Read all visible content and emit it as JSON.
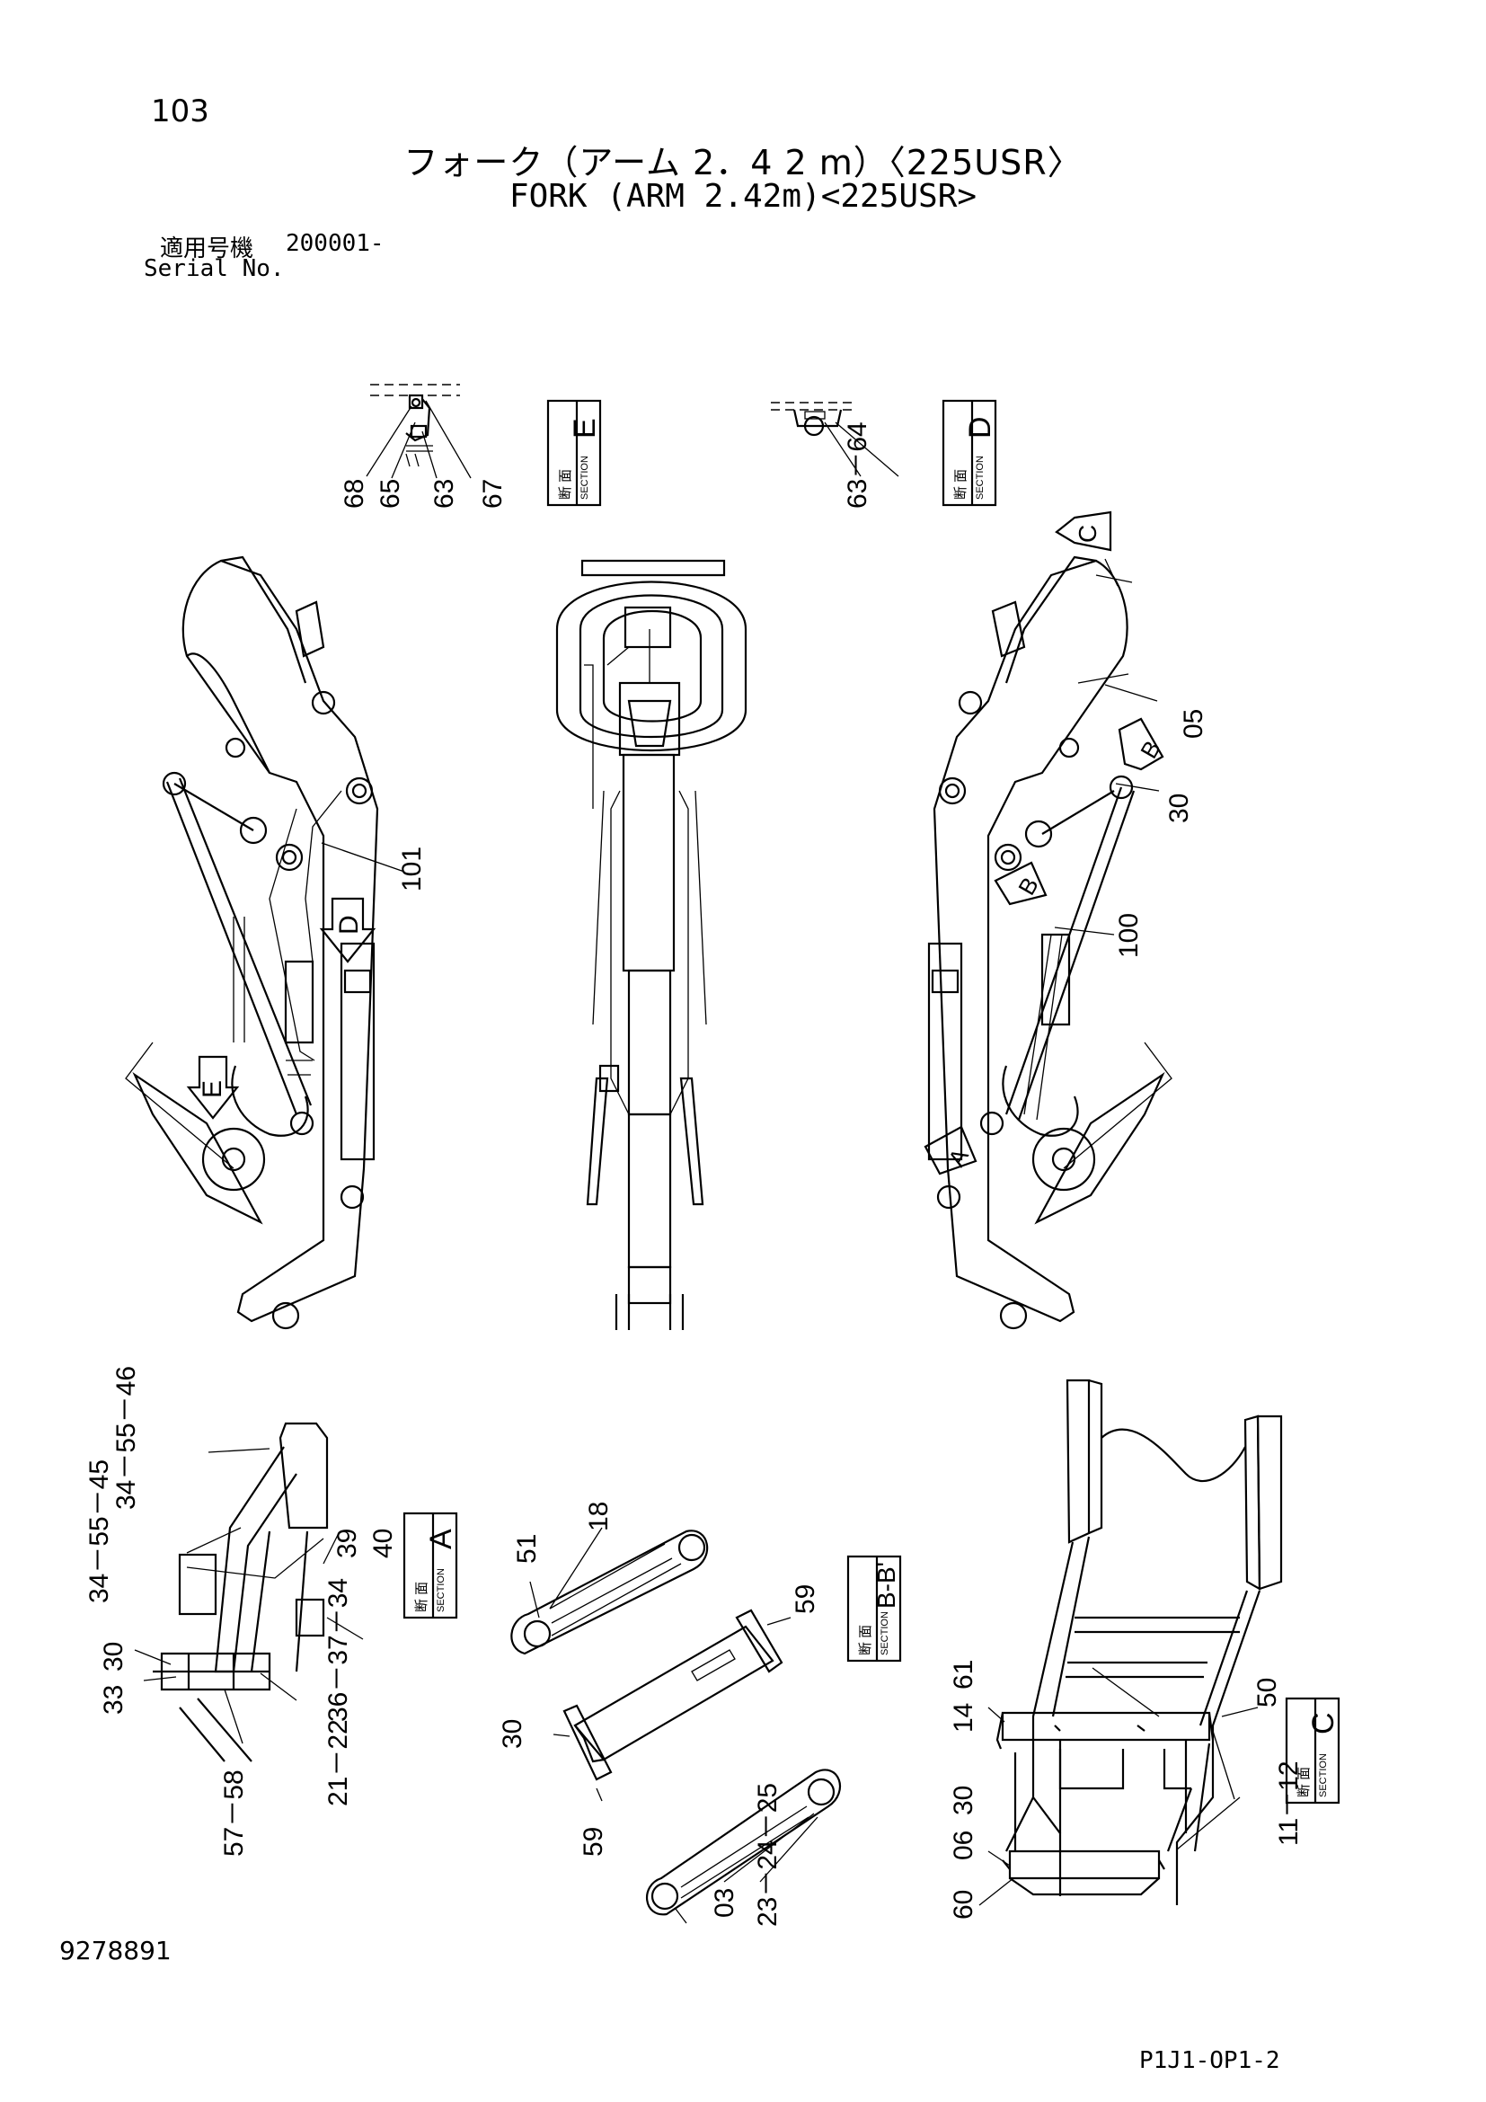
{
  "header": {
    "page_number": "103",
    "title_jp": "フォーク（アーム 2．4 2 m）〈225USR〉",
    "title_en": "FORK (ARM 2.42m)<225USR>",
    "serial_label_jp": "適用号機",
    "serial_value": "200001-",
    "serial_label_en": "Serial No."
  },
  "sections": {
    "kanji": "断 面",
    "word": "SECTION",
    "e": "E",
    "d": "D",
    "a": "A",
    "bb": "B-B'",
    "c": "C"
  },
  "view_markers": {
    "d": "D",
    "e": "E",
    "a": "A",
    "b1": "B",
    "b2": "B",
    "c": "C"
  },
  "callouts": {
    "sec_e": [
      "68",
      "65",
      "63",
      "67"
    ],
    "sec_d": "63－64",
    "main_left": [
      "101"
    ],
    "main_right": [
      "05",
      "30",
      "100"
    ],
    "sec_a": [
      "34－55－46",
      "34－55－45",
      "39",
      "40",
      "30",
      "33",
      "36－37－34",
      "21－22",
      "57－58"
    ],
    "sec_bb": [
      "51",
      "18",
      "59",
      "30",
      "59",
      "03",
      "23－24－25"
    ],
    "sec_c": [
      "61",
      "14",
      "50",
      "30",
      "06",
      "60",
      "11－12"
    ]
  },
  "footer": {
    "doc_number": "9278891",
    "sheet_code": "P1J1-OP1-2"
  }
}
